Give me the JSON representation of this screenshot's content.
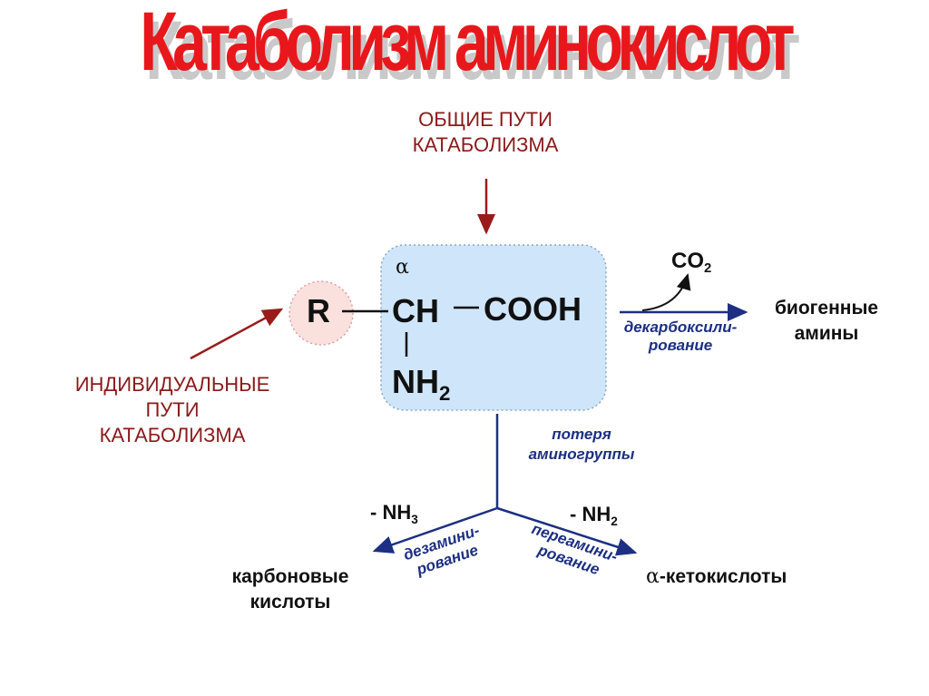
{
  "title": "Катаболизм аминокислот",
  "general_paths": {
    "line1": "ОБЩИЕ ПУТИ",
    "line2": "КАТАБОЛИЗМА"
  },
  "individual_paths": {
    "line1": "ИНДИВИДУАЛЬНЫЕ",
    "line2": "ПУТИ",
    "line3": "КАТАБОЛИЗМА"
  },
  "molecule": {
    "alpha": "α",
    "r": "R",
    "ch": "CH",
    "cooh": "COOH",
    "nh": "NH",
    "nh_sub": "2"
  },
  "decarboxylation": {
    "co2": "CO",
    "co2_sub": "2",
    "label1": "декарбоксили-",
    "label2": "рование",
    "product1": "биогенные",
    "product2": "амины"
  },
  "amino_loss": {
    "line1": "потеря",
    "line2": "аминогруппы"
  },
  "deamination": {
    "minus": "- NH",
    "minus_sub": "3",
    "label1": "дезамини-",
    "label2": "рование",
    "product1": "карбоновые",
    "product2": "кислоты"
  },
  "transamination": {
    "minus": "- NH",
    "minus_sub": "2",
    "label1": "переамини-",
    "label2": "рование",
    "alpha": "α",
    "product": "-кетокислоты"
  },
  "colors": {
    "title": "#e8171c",
    "red_arrow": "#9b1b1b",
    "blue": "#1c2f82",
    "box_fill": "#cfe6fa",
    "circle_fill": "#fbe1dd"
  }
}
